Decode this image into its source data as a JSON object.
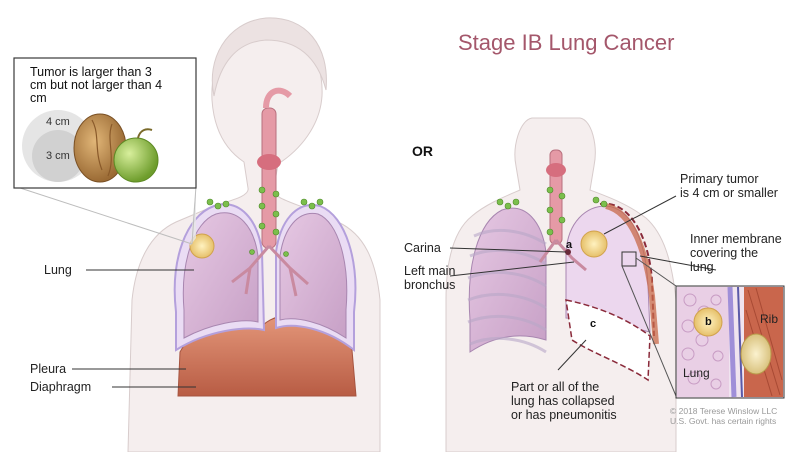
{
  "title": "Stage IB Lung Cancer",
  "or_label": "OR",
  "inset": {
    "text": "Tumor is larger than 3 cm but not larger than 4 cm",
    "size_large": "4 cm",
    "size_small": "3 cm"
  },
  "left_labels": {
    "lung": "Lung",
    "pleura": "Pleura",
    "diaphragm": "Diaphragm"
  },
  "right_labels": {
    "carina": "Carina",
    "left_main_bronchus_line1": "Left main",
    "left_main_bronchus_line2": "bronchus",
    "primary_tumor_line1": "Primary tumor",
    "primary_tumor_line2": "is 4 cm or smaller",
    "membrane_line1": "Inner membrane",
    "membrane_line2": "covering the",
    "membrane_line3": "lung",
    "collapsed_line1": "Part or all of the",
    "collapsed_line2": "lung has collapsed",
    "collapsed_line3": "or has pneumonitis",
    "letter_a": "a",
    "letter_b": "b",
    "letter_c": "c",
    "rib": "Rib",
    "lung_detail": "Lung"
  },
  "copyright": {
    "line1": "© 2018 Terese Winslow LLC",
    "line2": "U.S. Govt. has certain rights"
  },
  "colors": {
    "title": "#a4576b",
    "lung": "#d9b7d6",
    "tumor": "#f3d98a",
    "diaphragm": "#d9876a",
    "pleura": "#b9a3e0"
  }
}
